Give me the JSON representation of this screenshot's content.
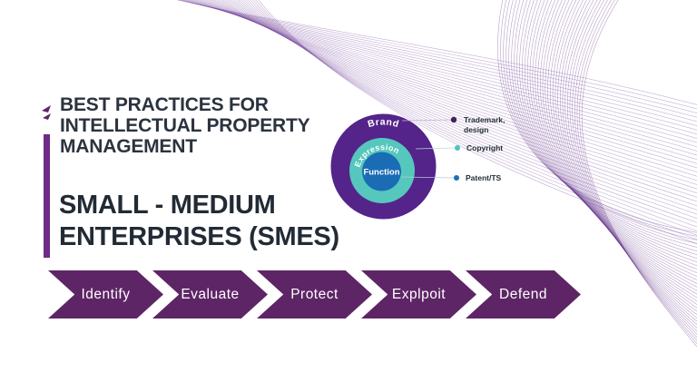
{
  "slide": {
    "title_lines": [
      "BEST PRACTICES FOR",
      "INTELLECTUAL PROPERTY",
      "MANAGEMENT"
    ],
    "subtitle_lines": [
      "SMALL - MEDIUM",
      "ENTERPRISES (SMES)"
    ]
  },
  "diagram": {
    "rings": [
      {
        "label": "Brand",
        "color": "#54248a"
      },
      {
        "label": "Expression",
        "color": "#56c7bc"
      },
      {
        "label": "Function",
        "color": "#1a6cb5"
      }
    ],
    "legend": [
      {
        "lines": [
          "Trademark,",
          "design"
        ],
        "color": "#41225a"
      },
      {
        "lines": [
          "Copyright"
        ],
        "color": "#4ec4ba"
      },
      {
        "lines": [
          "Patent/TS"
        ],
        "color": "#1b6fb8"
      }
    ]
  },
  "process": {
    "steps": [
      {
        "label": "Identify"
      },
      {
        "label": "Evaluate"
      },
      {
        "label": "Protect"
      },
      {
        "label": "Explpoit"
      },
      {
        "label": "Defend"
      }
    ],
    "arrow_color": "#5e2566"
  },
  "colors": {
    "accent_bar": "#6e2a85",
    "title_text": "#2b333e",
    "wave_line": "#7a4ba0"
  }
}
